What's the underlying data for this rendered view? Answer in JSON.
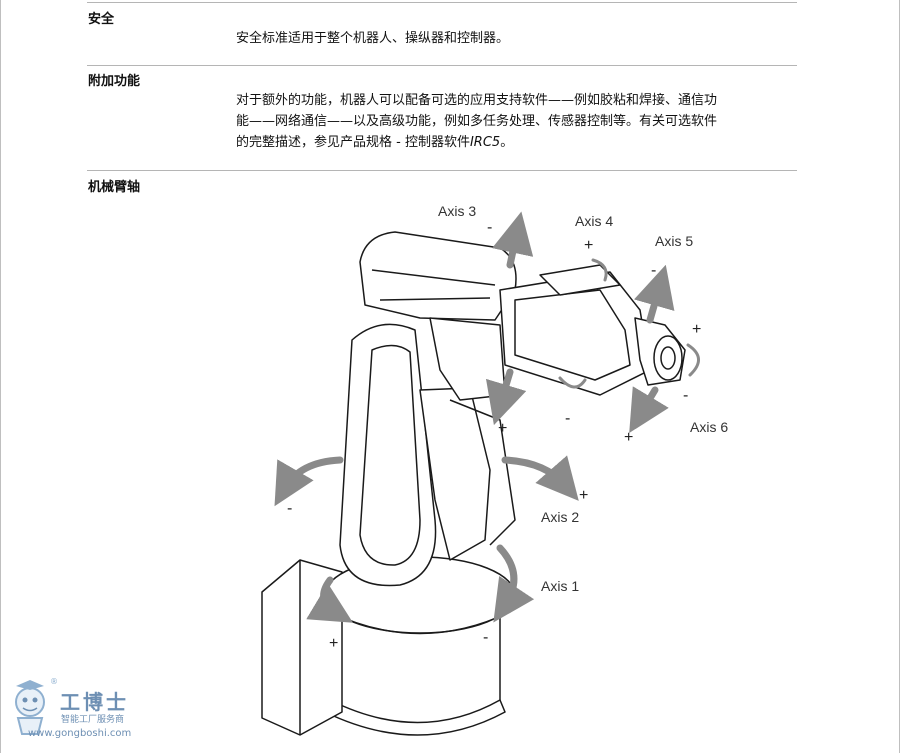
{
  "sections": [
    {
      "heading": "安全",
      "text": "安全标准适用于整个机器人、操纵器和控制器。"
    },
    {
      "heading": "附加功能",
      "text_line1": "对于额外的功能，机器人可以配备可选的应用支持软件——例如胶粘和焊接、通信功",
      "text_line2": "能——网络通信——以及高级功能，例如多任务处理、传感器控制等。有关可选软件",
      "text_line3_prefix": "的完整描述，参见产品规格 - 控制器软件",
      "text_line3_italic": "IRC5",
      "text_line3_suffix": "。"
    },
    {
      "heading": "机械臂轴"
    }
  ],
  "figure": {
    "axis_labels": [
      "Axis 1",
      "Axis 2",
      "Axis 3",
      "Axis 4",
      "Axis 5",
      "Axis 6"
    ],
    "plus": "+",
    "minus": "-"
  },
  "watermark": {
    "brand": "工博士",
    "tagline": "智能工厂服务商",
    "url": "www.gongboshi.com",
    "registered": "®"
  }
}
